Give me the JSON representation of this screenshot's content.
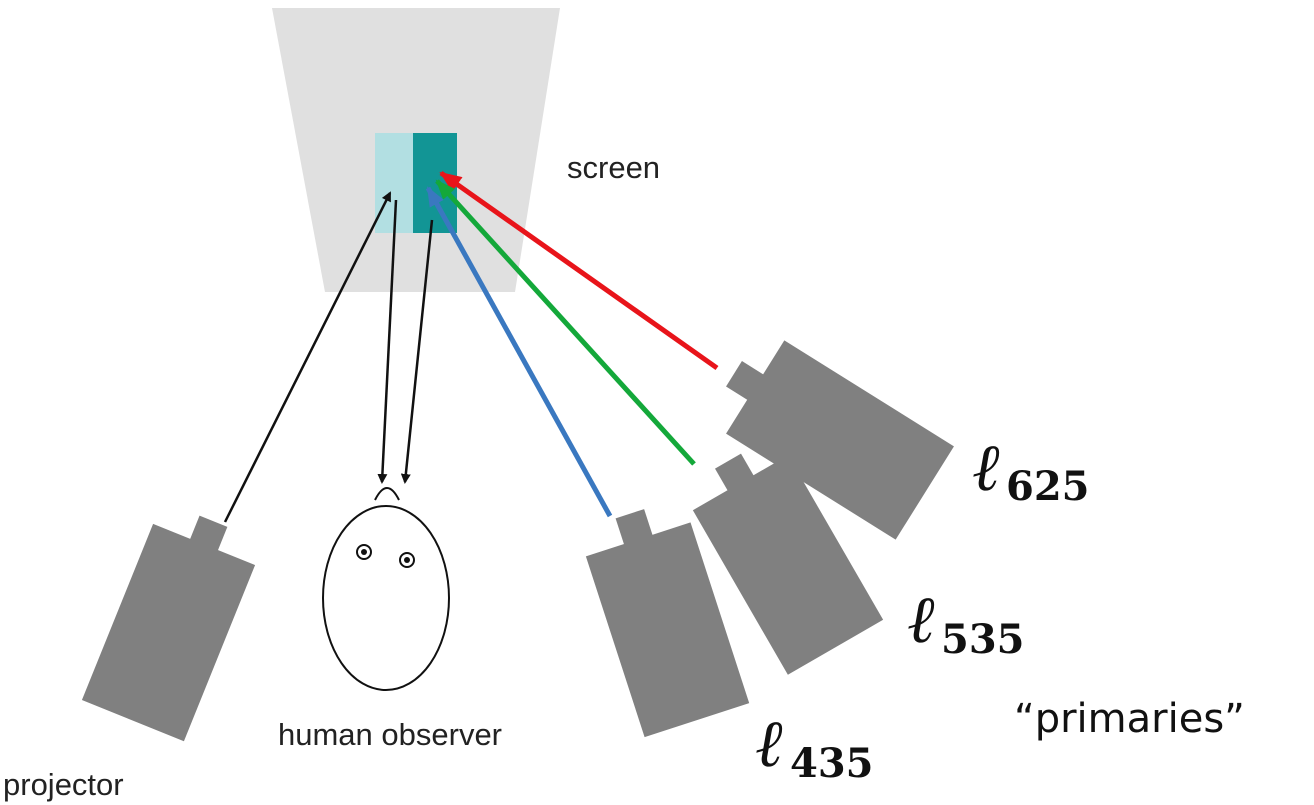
{
  "labels": {
    "screen": "screen",
    "human_observer": "human observer",
    "projector": "projector",
    "primaries": "“primaries”"
  },
  "lamps": [
    {
      "symbol": "ℓ",
      "subscript": "625",
      "beam_color": "#e8141a"
    },
    {
      "symbol": "ℓ",
      "subscript": "535",
      "beam_color": "#14a83a"
    },
    {
      "symbol": "ℓ",
      "subscript": "435",
      "beam_color": "#3a78c0"
    }
  ],
  "colors": {
    "screen_area": "#e0e0e0",
    "test_patch": "#b2dfe2",
    "match_patch": "#129595",
    "device_body": "#808080",
    "observer_arrows": "#111111"
  }
}
